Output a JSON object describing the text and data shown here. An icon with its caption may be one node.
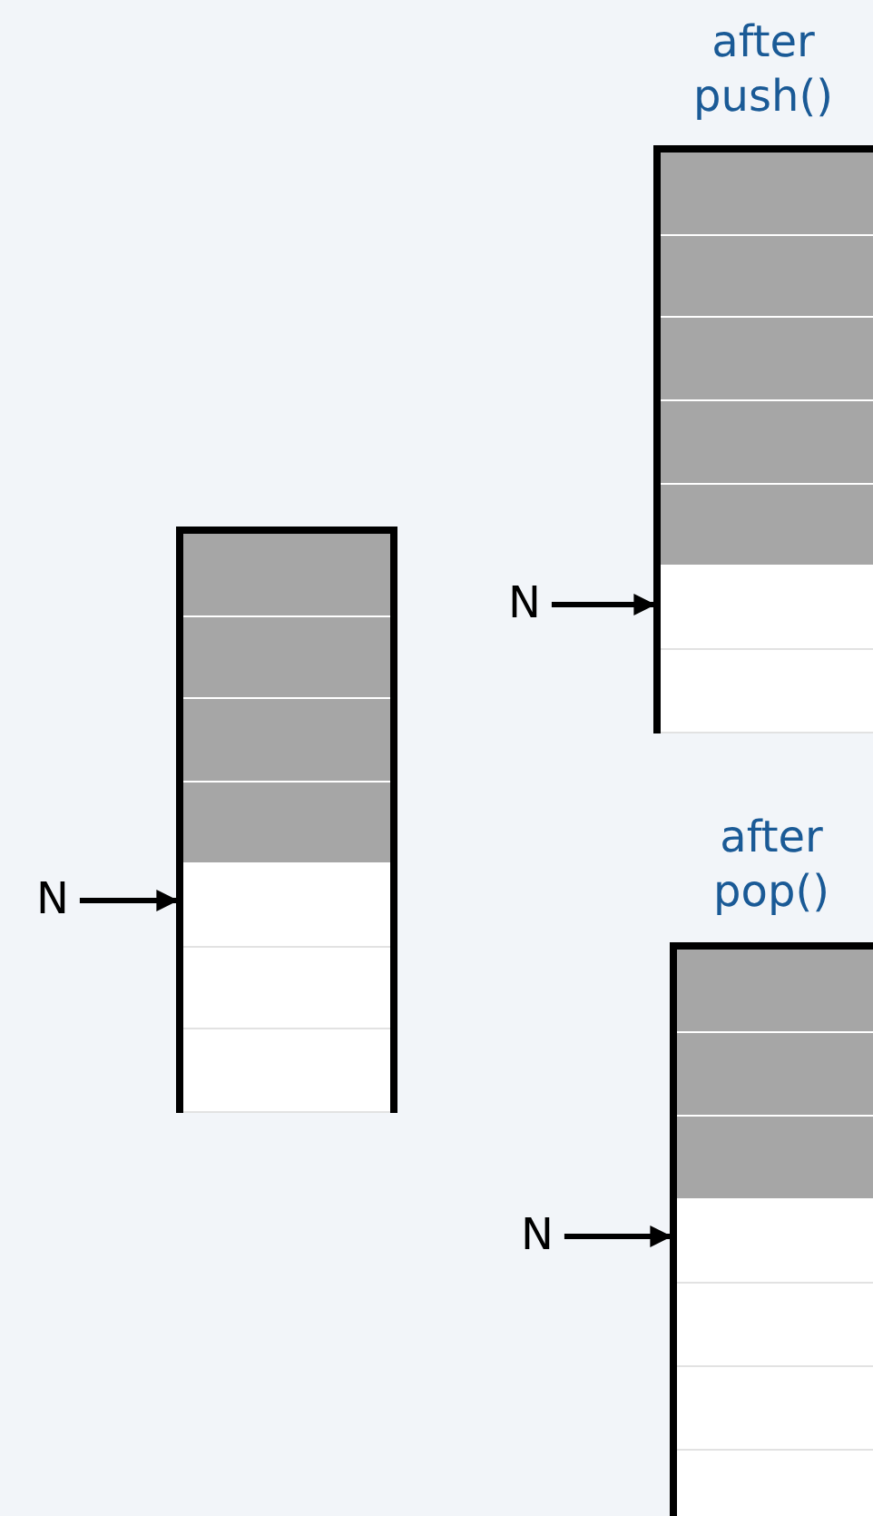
{
  "diagram": {
    "nodes": [
      {
        "text": [
          "after push()"
        ]
      },
      {
        "text": [
          "N"
        ]
      },
      {
        "text": [],
        "shape": "box"
      },
      {
        "text": [
          "N"
        ]
      },
      {
        "text": [
          "after pop()"
        ]
      },
      {
        "text": [
          "N"
        ]
      }
    ],
    "edges": [
      {
        "from": 1,
        "to": 0,
        "arrow": "to"
      },
      {
        "from": 3,
        "to": 2,
        "arrow": "to"
      },
      {
        "from": 5,
        "to": 4,
        "arrow": "to"
      }
    ]
  }
}
